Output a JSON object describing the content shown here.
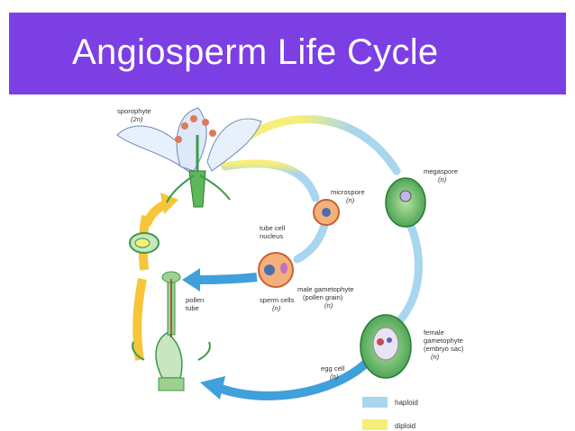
{
  "title": "Angiosperm Life Cycle",
  "colors": {
    "title_bg": "#7b3fe4",
    "haploid": "#a8d6ee",
    "diploid": "#f6ee78",
    "arrow_blue": "#3fa0dc",
    "arrow_yellow": "#f6c53a"
  },
  "labels": {
    "sporophyte": "sporophyte",
    "sporophyte_ploidy": "(2n)",
    "megaspore": "megaspore",
    "megaspore_ploidy": "(n)",
    "microspore": "microspore",
    "microspore_ploidy": "(n)",
    "tube_cell_1": "tube cell",
    "tube_cell_2": "nucleus",
    "male_gam_1": "male gametophyte",
    "male_gam_2": "(pollen grain)",
    "male_gam_ploidy": "(n)",
    "sperm_cells": "sperm cells",
    "sperm_ploidy": "(n)",
    "pollen_1": "pollen",
    "pollen_2": "tube",
    "female_1": "female",
    "female_2": "gametophyte",
    "female_3": "(embryo sac)",
    "female_ploidy": "(n)",
    "egg_cell": "egg cell",
    "egg_ploidy": "(n)"
  },
  "legend": {
    "haploid": "haploid",
    "diploid": "diploid"
  }
}
